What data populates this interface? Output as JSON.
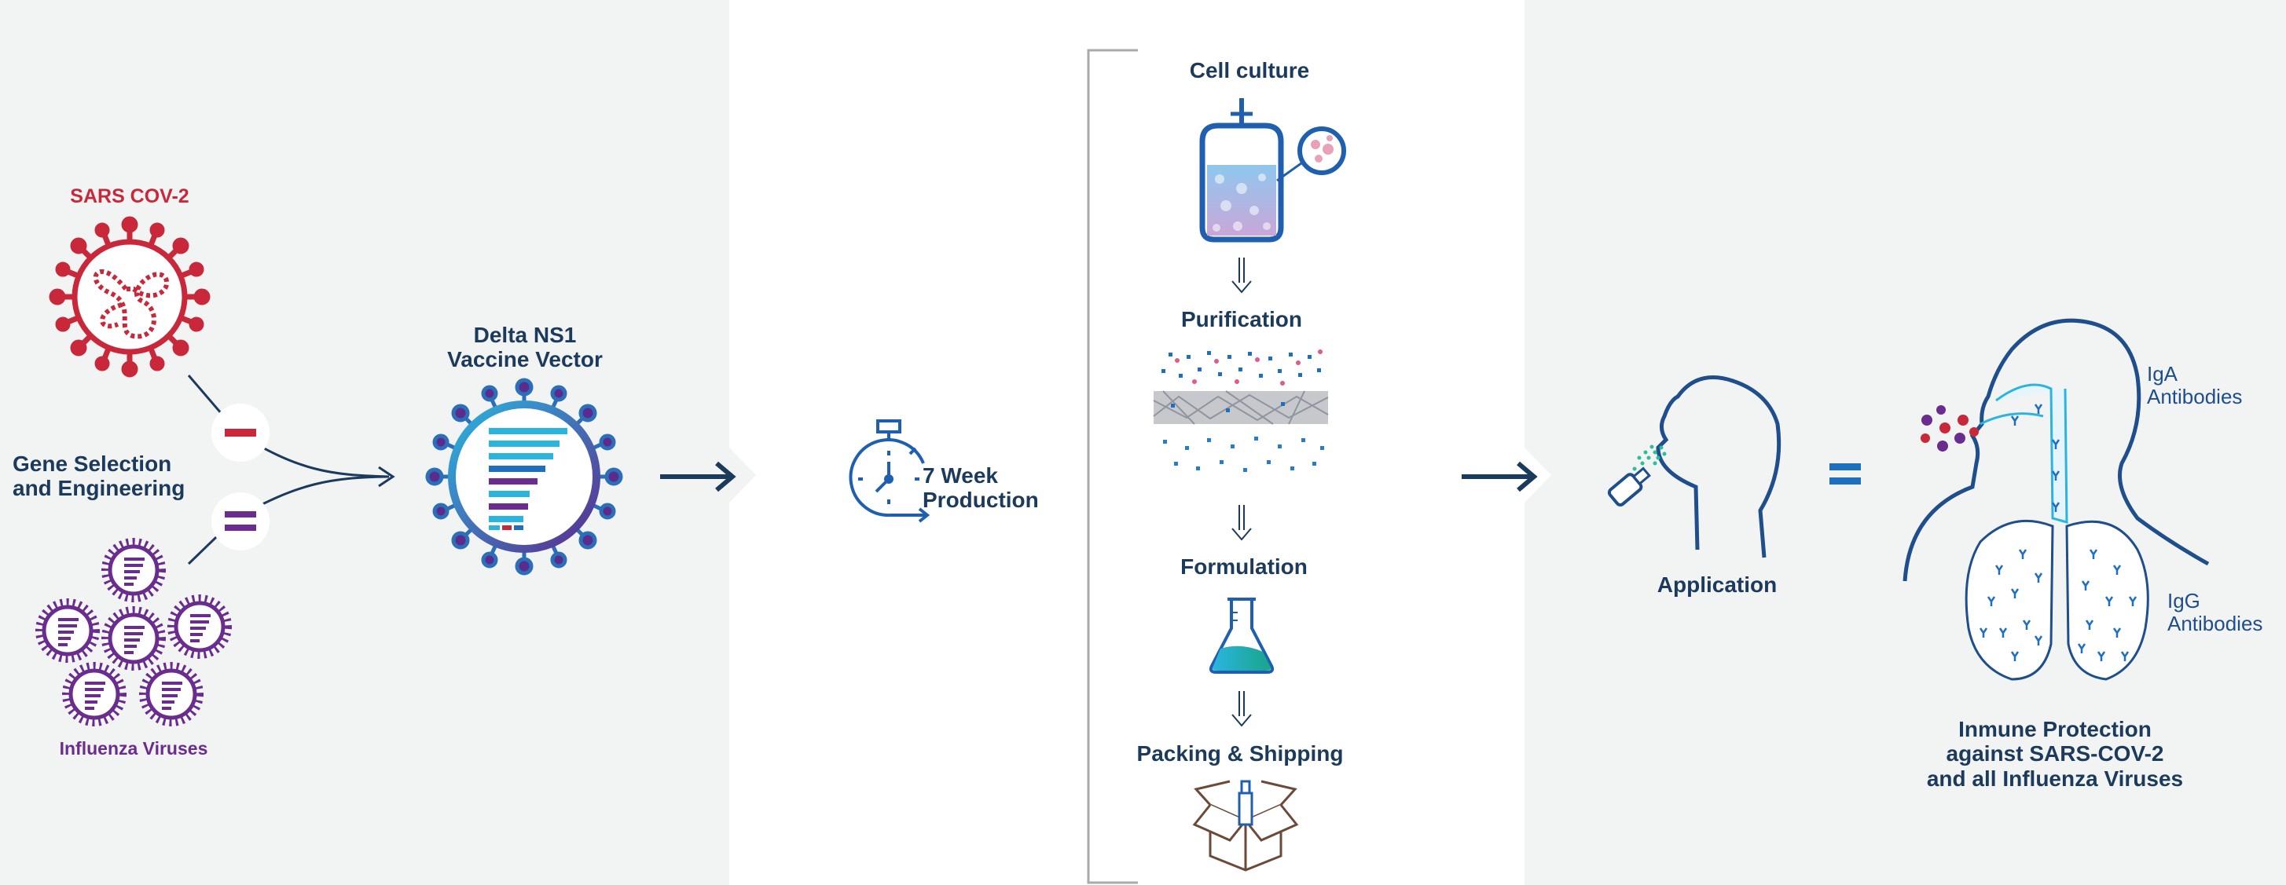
{
  "left": {
    "sars_label": "SARS COV-2",
    "gene_label": "Gene Selection\nand Engineering",
    "influenza_label": "Influenza Viruses",
    "vector_label": "Delta NS1\nVaccine Vector"
  },
  "timer": {
    "label": "7 Week\nProduction"
  },
  "steps": {
    "cell_culture": "Cell culture",
    "purification": "Purification",
    "formulation": "Formulation",
    "packing": "Packing & Shipping"
  },
  "right": {
    "application": "Application",
    "iga": "IgA\nAntibodies",
    "igg": "IgG\nAntibodies",
    "protection": "Inmune Protection\nagainst SARS-COV-2\nand all Influenza Viruses"
  },
  "colors": {
    "navy": "#1b3a5c",
    "red": "#c8283a",
    "purple": "#6a2c8e",
    "blue": "#1f6fc0",
    "cyan": "#2ab5e0",
    "panel": "#f2f3f3"
  },
  "icons": [
    "sars-cov-2-icon",
    "influenza-virus-icon",
    "vaccine-vector-icon",
    "stopwatch-icon",
    "bioreactor-icon",
    "purification-membrane-icon",
    "flask-icon",
    "box-icon",
    "head-nasal-spray-icon",
    "respiratory-system-icon"
  ]
}
